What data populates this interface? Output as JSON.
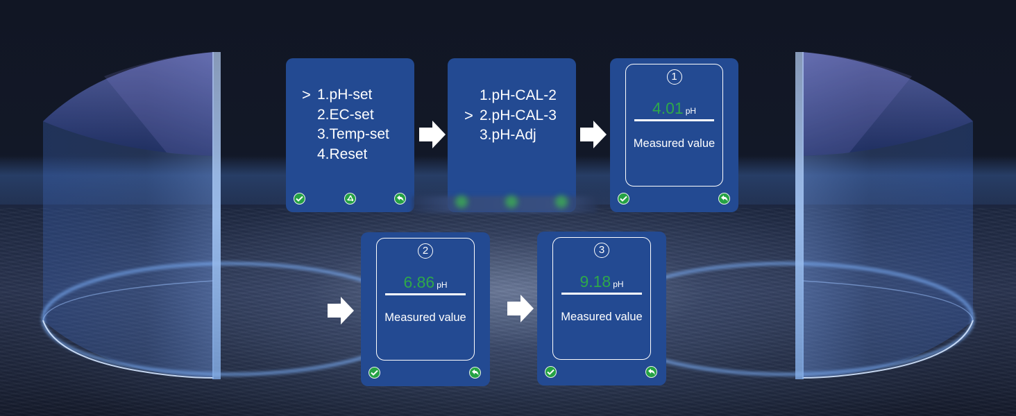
{
  "theme": {
    "panel_color": "#234a92",
    "reading_color": "#2ea84a",
    "button_color": "#25a244",
    "background_color": "#111624"
  },
  "screens": {
    "main_menu": {
      "items": [
        "1.pH-set",
        "2.EC-set",
        "3.Temp-set",
        "4.Reset"
      ],
      "selected_index": 0,
      "cursor_glyph": ">",
      "buttons": [
        "confirm-check-icon",
        "recycle-icon",
        "back-return-icon"
      ]
    },
    "ph_menu": {
      "items": [
        "1.pH-CAL-2",
        "2.pH-CAL-3",
        "3.pH-Adj"
      ],
      "selected_index": 1,
      "cursor_glyph": ">",
      "buttons": [
        "confirm-check-icon",
        "recycle-icon",
        "back-return-icon"
      ]
    },
    "calibration_steps": [
      {
        "step": "1",
        "step_glyph": "①",
        "value": "4.01",
        "unit": "pH",
        "label": "Measured value"
      },
      {
        "step": "2",
        "step_glyph": "②",
        "value": "6.86",
        "unit": "pH",
        "label": "Measured value"
      },
      {
        "step": "3",
        "step_glyph": "③",
        "value": "9.18",
        "unit": "pH",
        "label": "Measured value"
      }
    ],
    "flow_arrows": [
      "arrow-right-icon",
      "arrow-right-icon",
      "arrow-right-icon",
      "arrow-right-icon"
    ]
  }
}
